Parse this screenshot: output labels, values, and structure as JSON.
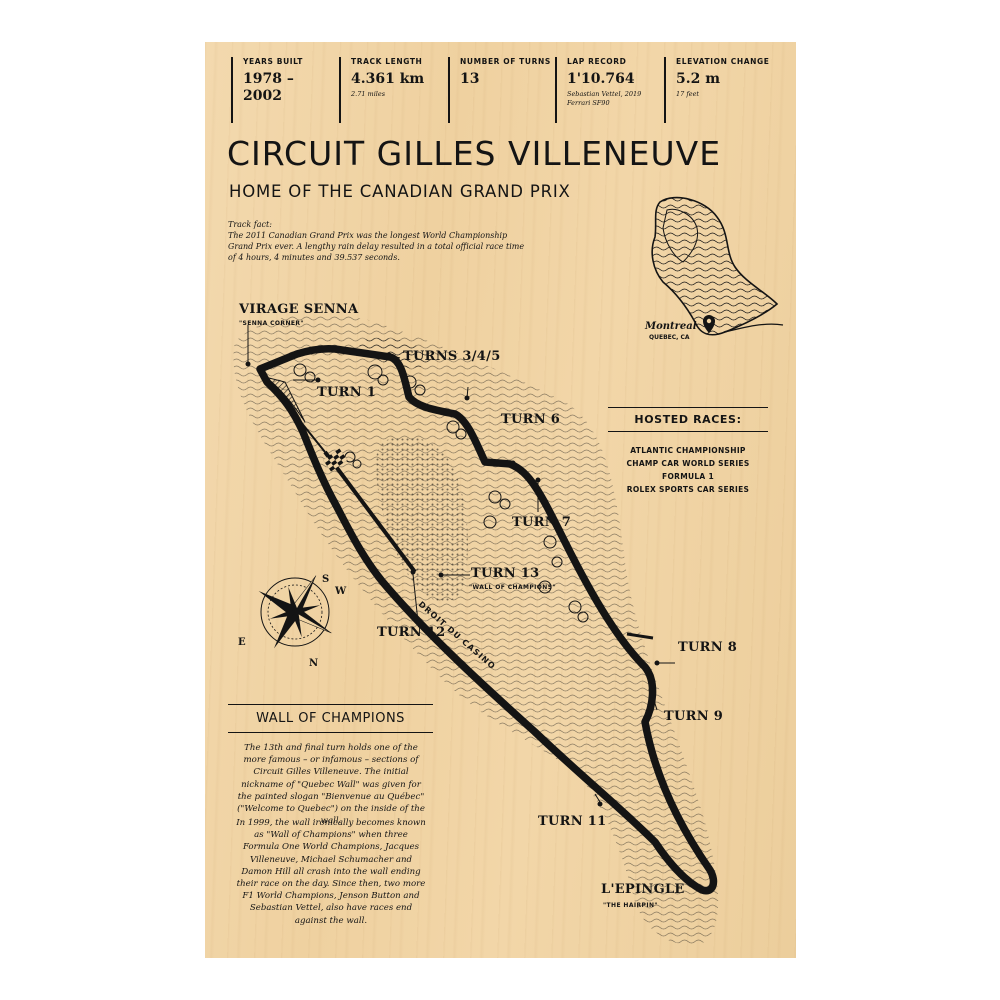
{
  "stats": [
    {
      "label": "YEARS BUILT",
      "value": "1978 –\n2002",
      "sub": ""
    },
    {
      "label": "TRACK LENGTH",
      "value": "4.361 km",
      "sub": "2.71 miles"
    },
    {
      "label": "NUMBER OF TURNS",
      "value": "13",
      "sub": ""
    },
    {
      "label": "LAP RECORD",
      "value": "1'10.764",
      "sub": "Sebastian Vettel, 2019\nFerrari SF90"
    },
    {
      "label": "ELEVATION CHANGE",
      "value": "5.2 m",
      "sub": "17 feet"
    }
  ],
  "title": "CIRCUIT GILLES VILLENEUVE",
  "subtitle": "HOME OF THE CANADIAN GRAND PRIX",
  "fact": {
    "heading": "Track fact:",
    "text": "The 2011 Canadian Grand Prix was the longest World Championship Grand Prix ever. A lengthy rain delay resulted in a total official race time of 4 hours, 4 minutes and 39.537 seconds."
  },
  "location": {
    "city": "Montreal",
    "region": "QUEBEC, CA"
  },
  "labels": {
    "virage_senna": "VIRAGE SENNA",
    "virage_senna_sub": "\"SENNA CORNER\"",
    "turns_345": "TURNS 3/4/5",
    "turn1": "TURN 1",
    "turn6": "TURN 6",
    "turn7": "TURN 7",
    "turn13": "TURN 13",
    "turn13_sub": "\"WALL OF CHAMPIONS\"",
    "turn12": "TURN 12",
    "turn8": "TURN 8",
    "turn9": "TURN 9",
    "turn11": "TURN 11",
    "lepingle": "L'EPINGLE",
    "lepingle_sub": "\"THE HAIRPIN\"",
    "droit": "DROIT DU CASINO"
  },
  "compass": {
    "s": "S",
    "w": "W",
    "e": "E",
    "n": "N"
  },
  "hosted": {
    "title": "HOSTED RACES:",
    "races": [
      "ATLANTIC CHAMPIONSHIP",
      "CHAMP CAR WORLD SERIES",
      "FORMULA 1",
      "ROLEX SPORTS CAR SERIES"
    ]
  },
  "wall_of_champions": {
    "title": "WALL OF CHAMPIONS",
    "p1": "The 13th and final turn holds one of the more famous – or infamous – sections of Circuit Gilles Villeneuve. The initial nickname of \"Quebec Wall\" was given for the painted slogan \"Bienvenue au Québec\" (\"Welcome to Quebec\") on the inside of the wall.",
    "p2": "In 1999, the wall ironically becomes known as \"Wall of Champions\" when three Formula One World Champions, Jacques Villeneuve, Michael  Schumacher and Damon Hill all crash into the wall ending their race on the day. Since then, two more F1 World Champions, Jenson Button and Sebastian Vettel, also have races end against the wall."
  },
  "colors": {
    "wood": "#f0d3a3",
    "ink": "#141414"
  }
}
